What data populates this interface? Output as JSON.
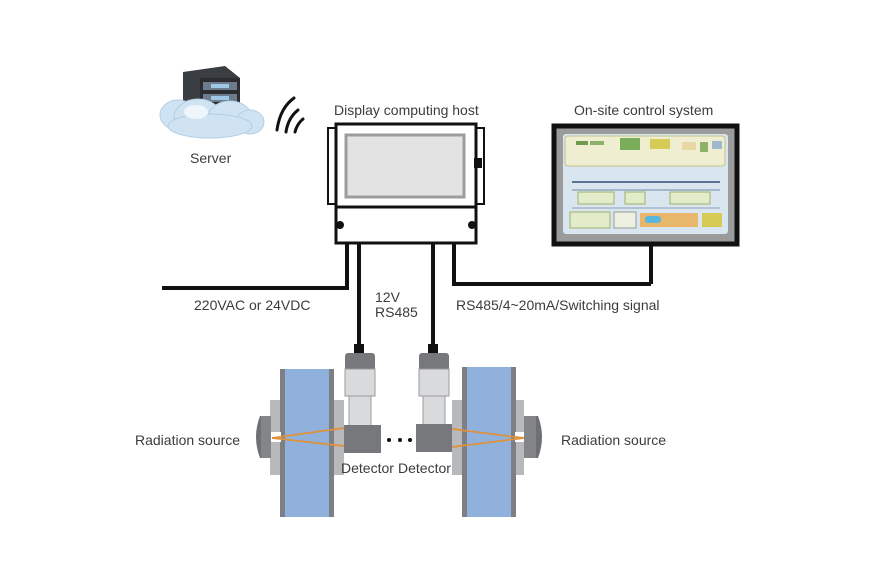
{
  "diagram": {
    "title": "Radiation level measurement system architecture",
    "nodes": {
      "server": {
        "label": "Server"
      },
      "host": {
        "label": "Display computing host"
      },
      "control": {
        "label": "On-site control system"
      },
      "detector_left": {
        "label": "Detector"
      },
      "detector_right": {
        "label": "Detector"
      },
      "source_left": {
        "label": "Radiation source"
      },
      "source_right": {
        "label": "Radiation source"
      }
    },
    "connections": {
      "power": {
        "label": "220VAC or 24VDC"
      },
      "detector_bus": {
        "line1": "12V",
        "line2": "RS485"
      },
      "control_signal": {
        "label": "RS485/4~20mA/Switching signal"
      },
      "wireless": {
        "label": "wireless"
      }
    },
    "ellipsis": "· · ·"
  },
  "colors": {
    "line": "#111111",
    "vessel_fill": "#8fb1dc",
    "vessel_wall": "#7d7f84",
    "beam": "#e0913a",
    "detector_dark": "#77787b",
    "detector_light": "#d9dadb",
    "screen_frame": "#9c9c9c",
    "screen_fill": "#e3e3e3"
  }
}
